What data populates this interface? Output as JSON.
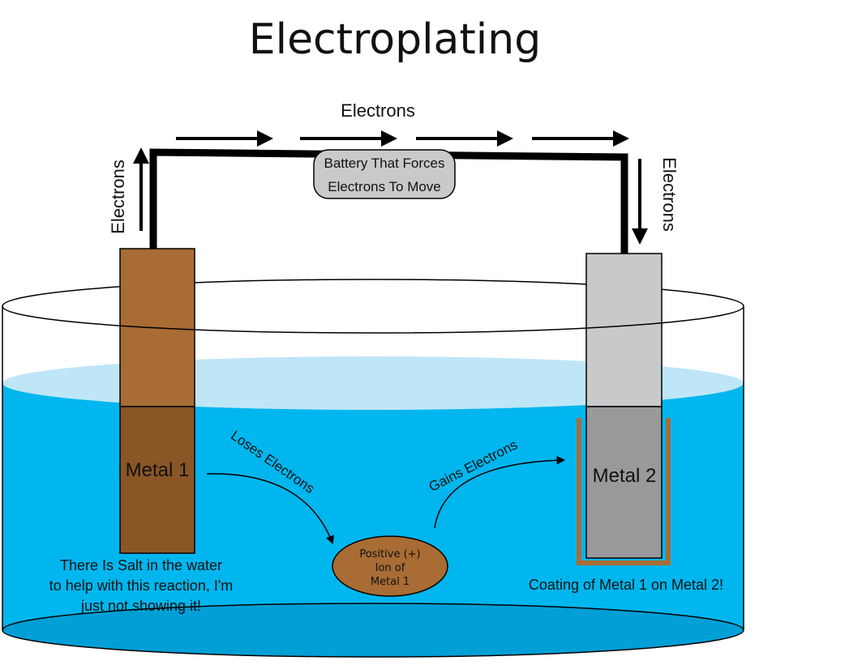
{
  "title": "Electroplating",
  "labels": {
    "electrons_top": "Electrons",
    "electrons_left": "Electrons",
    "electrons_right": "Electrons",
    "battery_line1": "Battery That Forces",
    "battery_line2": "Electrons To Move",
    "metal1": "Metal 1",
    "metal2": "Metal 2",
    "loses": "Loses Electrons",
    "gains": "Gains Electrons",
    "ion_line1": "Positive (+)",
    "ion_line2": "Ion of",
    "ion_line3": "Metal 1",
    "salt_line1": "There Is Salt in the water",
    "salt_line2": "to help with this reaction, I'm",
    "salt_line3": "just not showing it!",
    "coating": "Coating of Metal 1 on Metal 2!"
  },
  "colors": {
    "water": "#00b6ee",
    "water_surface": "#bfe6f7",
    "metal1_upper": "#a86c34",
    "metal1_lower": "#8a5626",
    "metal2_upper": "#c8c9cb",
    "metal2_lower": "#98999b",
    "coating": "#a86c34",
    "ion": "#a86c34",
    "battery": "#c8c9cb",
    "wire": "#000000"
  }
}
